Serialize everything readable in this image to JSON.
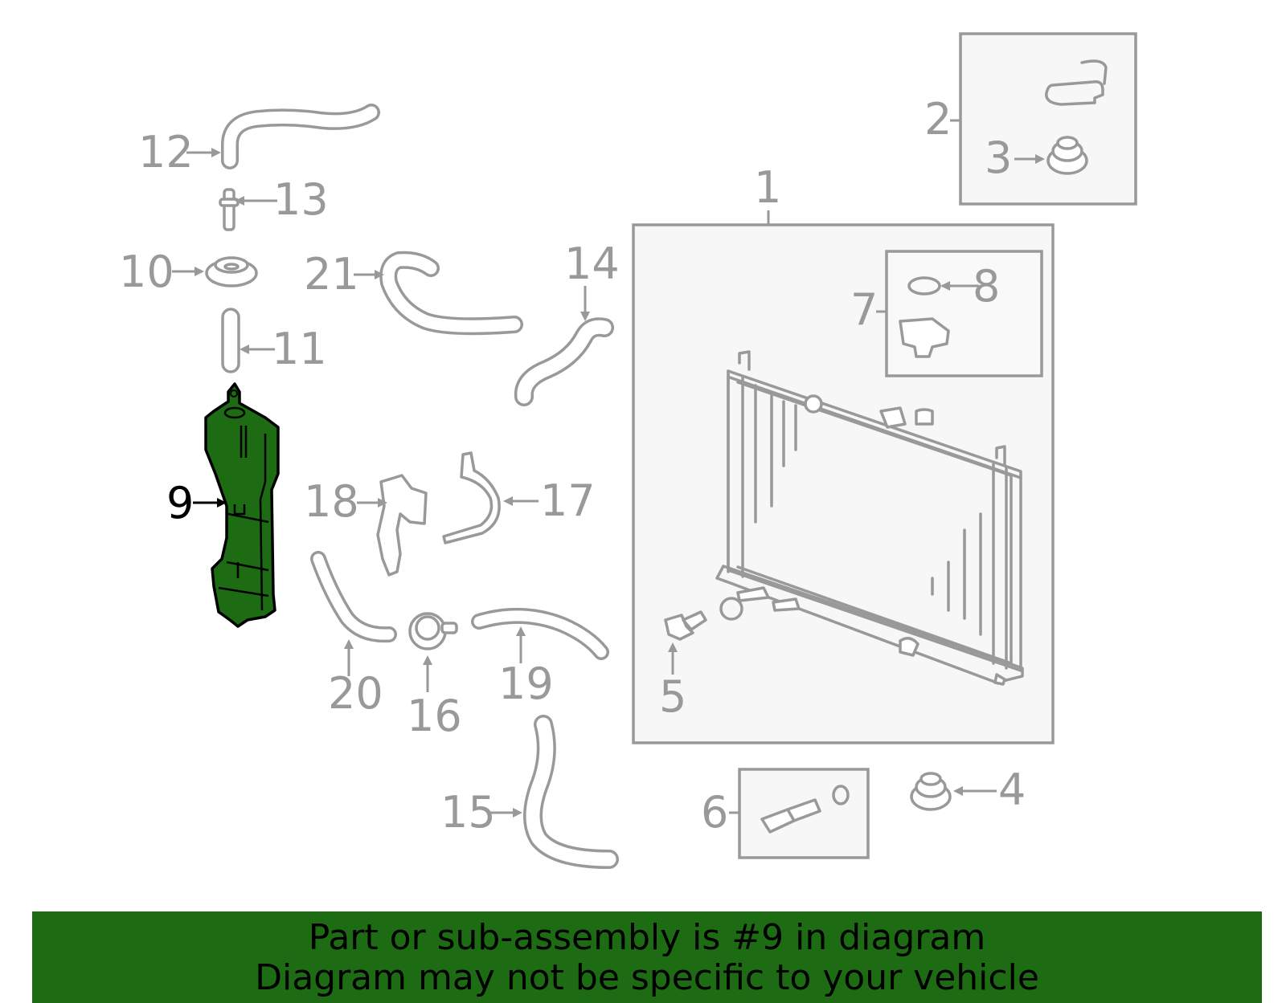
{
  "callouts": {
    "c1": "1",
    "c2": "2",
    "c3": "3",
    "c4": "4",
    "c5": "5",
    "c6": "6",
    "c7": "7",
    "c8": "8",
    "c9": "9",
    "c10": "10",
    "c11": "11",
    "c12": "12",
    "c13": "13",
    "c14": "14",
    "c15": "15",
    "c16": "16",
    "c17": "17",
    "c18": "18",
    "c19": "19",
    "c20": "20",
    "c21": "21"
  },
  "highlighted_part": "9",
  "banner": {
    "line1": "Part or sub-assembly is #9 in diagram",
    "line2": "Diagram may not be specific to your vehicle"
  },
  "colors": {
    "highlight_fill": "#1d6b12",
    "part_stroke": "#999999",
    "box_fill": "#f7f7f7",
    "banner_bg": "#1d6b12"
  }
}
